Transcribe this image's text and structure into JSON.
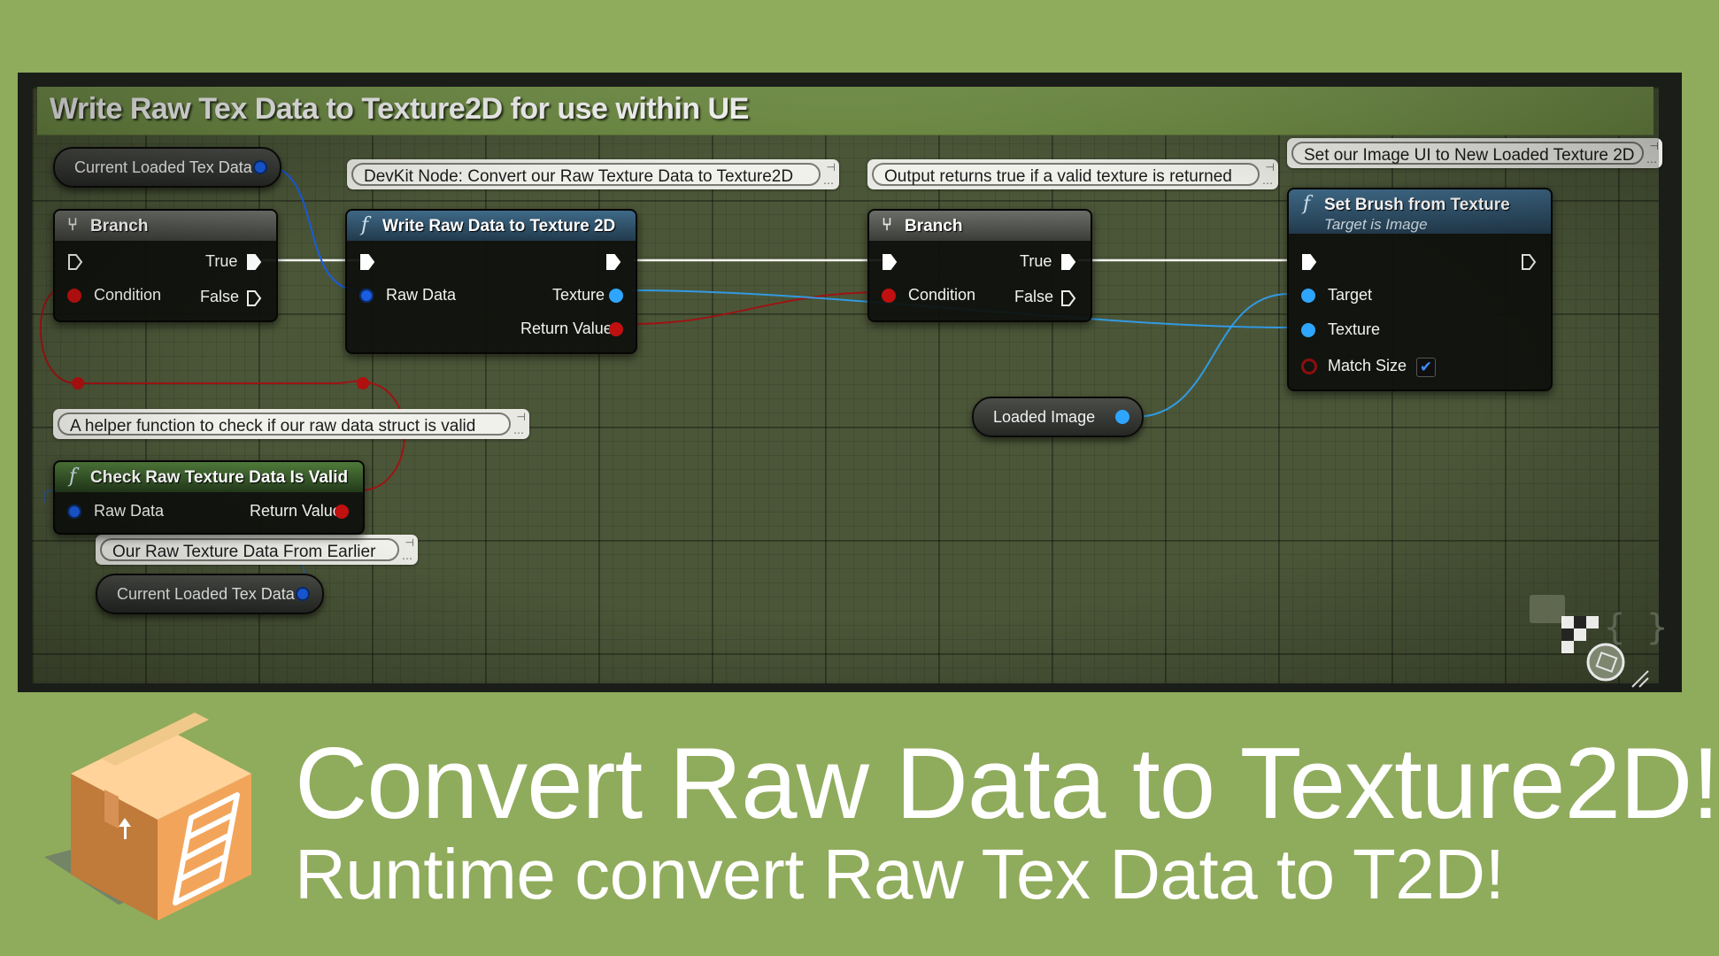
{
  "comment_title": "Write Raw Tex Data to Texture2D for use within UE",
  "variables": {
    "current_tex_top": "Current Loaded Tex Data",
    "current_tex_bottom": "Current Loaded Tex Data",
    "loaded_image": "Loaded Image"
  },
  "comments": {
    "devkit": "DevKit Node: Convert our Raw Texture Data to Texture2D",
    "output": "Output returns true if a valid texture is returned",
    "set_image": "Set our Image UI to New Loaded Texture 2D",
    "helper": "A helper function to check if our raw data struct is valid",
    "raw_earlier": "Our Raw Texture Data From Earlier"
  },
  "branch1": {
    "title": "Branch",
    "true_label": "True",
    "condition_label": "Condition",
    "false_label": "False"
  },
  "write_node": {
    "title": "Write Raw Data to Texture 2D",
    "raw_data": "Raw Data",
    "texture": "Texture",
    "return_value": "Return Value"
  },
  "branch2": {
    "title": "Branch",
    "true_label": "True",
    "condition_label": "Condition",
    "false_label": "False"
  },
  "set_brush": {
    "title": "Set Brush from Texture",
    "subtitle": "Target is Image",
    "target": "Target",
    "texture": "Texture",
    "match_size": "Match Size",
    "match_size_checked": true
  },
  "check_node": {
    "title": "Check Raw Texture Data Is Valid",
    "raw_data": "Raw Data",
    "return_value": "Return Value"
  },
  "banner": {
    "line1": "Convert Raw Data to Texture2D!",
    "line2": "Runtime convert Raw Tex Data to T2D!"
  },
  "colors": {
    "background": "#8fab5c",
    "comment_bar": "#7a9a4e",
    "exec_wire": "#ffffff",
    "bool_pin": "#c01010",
    "struct_pin": "#1a5de0",
    "object_pin": "#2ea6ff"
  },
  "icons": [
    "branch-icon",
    "function-icon",
    "exec-pin-icon",
    "checkmark-icon",
    "box-logo-icon",
    "blueprint-logo-icon",
    "pin-icon"
  ]
}
